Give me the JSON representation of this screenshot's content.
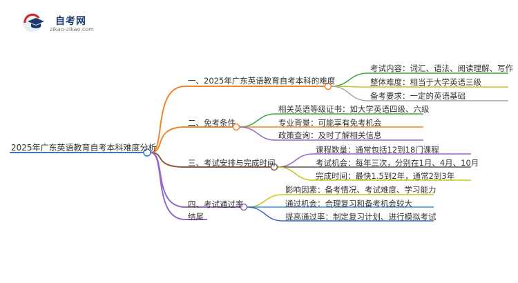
{
  "logo": {
    "name": "自考网",
    "url": "zikao-zikao.com"
  },
  "root": {
    "label": "2025年广东英语教育自考本科难度分析"
  },
  "branches": [
    {
      "label": "一、2025年广东英语教育自考本科的难度",
      "color": "#f0862a",
      "children": [
        {
          "label": "考试内容：词汇、语法、阅读理解、写作",
          "color": "#38a83a"
        },
        {
          "label": "整体难度：相当于大学英语三级",
          "color": "#c9c31e"
        },
        {
          "label": "备考要求：一定的英语基础",
          "color": "#a8a8a8"
        }
      ]
    },
    {
      "label": "二、免考条件",
      "color": "#f0862a",
      "children": [
        {
          "label": "相关英语等级证书：如大学英语四级、六级",
          "color": "#38a83a"
        },
        {
          "label": "专业背景：可能享有免考机会",
          "color": "#f0862a"
        },
        {
          "label": "政策查询：及时了解相关信息",
          "color": "#9467c9"
        }
      ]
    },
    {
      "label": "三、考试安排与完成时间",
      "color": "#8a5a44",
      "children": [
        {
          "label": "课程数量：通常包括12到18门课程",
          "color": "#9467c9"
        },
        {
          "label": "考试机会：每年三次，分别在1月、4月、10月",
          "color": "#555555"
        },
        {
          "label": "完成时间：最快1.5到2年，通常2到3年",
          "color": "#c9c31e"
        }
      ]
    },
    {
      "label": "四、考试通过率",
      "color": "#9467c9",
      "children": [
        {
          "label": "影响因素：备考情况、考试难度、学习能力",
          "color": "#c9c31e"
        },
        {
          "label": "通过机会：合理复习和备考机会较大",
          "color": "#3a8ee6"
        },
        {
          "label": "提高通过率：制定复习计划、进行模拟考试",
          "color": "#3a5fcd"
        }
      ]
    },
    {
      "label": "结尾",
      "color": "#9467c9",
      "children": []
    }
  ]
}
